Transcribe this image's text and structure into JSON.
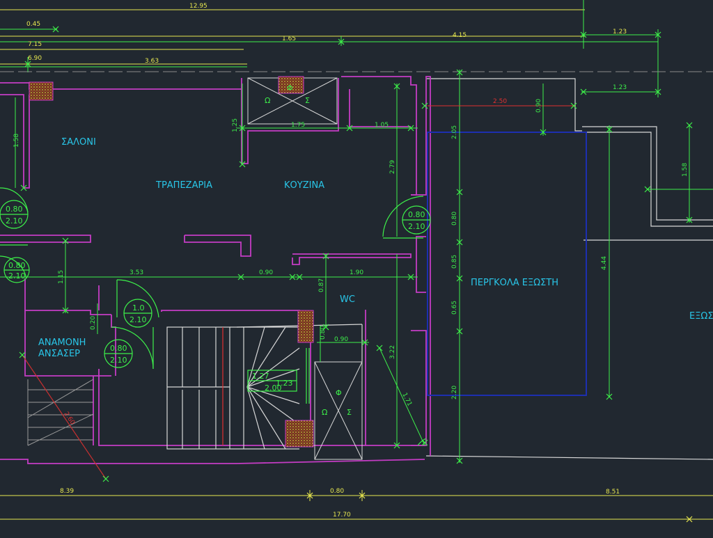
{
  "drawing": {
    "colors": {
      "background": "#212830",
      "walls": "#c43cc4",
      "dimensions": "#3df04a",
      "overall_dimensions": "#e8e850",
      "labels": "#29c6e8",
      "pergola": "#1d2fb0",
      "outline": "#d8d8d8",
      "accent_red": "#e03030"
    },
    "rooms": {
      "saloni": "ΣΑΛΟΝΙ",
      "trapezaria": "ΤΡΑΠΕΖΑΡΙΑ",
      "kouzina": "ΚΟΥΖΙΝΑ",
      "wc": "WC",
      "pergola": "ΠΕΡΓΚΟΛΑ ΕΞΩΣΤΗ",
      "anamoni_1": "ΑΝΑΜΟΝΗ",
      "anamoni_2": "ΑΝΣΑΣΕΡ",
      "exostis_partial": "ΕΞΩΣ"
    },
    "shaft_labels": {
      "top_o": "Ω",
      "top_f": "Φ",
      "top_s": "Σ",
      "bottom_f": "Φ",
      "bottom_o": "Ω",
      "bottom_s": "Σ"
    },
    "doors": {
      "d1_w": "0.80",
      "d1_h": "2.10",
      "d2_w": "0.80",
      "d2_h": "2.10",
      "d3_w": "0.80",
      "d3_h": "2.10",
      "d4_w": "1.0",
      "d4_h": "2.10",
      "d5_w": "0.80",
      "d5_h": "2.10",
      "stair_a": "1.27",
      "stair_b": "1.23",
      "stair_c": "2.00"
    },
    "dims_top": {
      "d_12_95": "12.95",
      "d_0_45": "0.45",
      "d_7_15": "7.15",
      "d_1_65": "1.65",
      "d_4_15": "4.15",
      "d_1_23a": "1.23",
      "d_6_90": "6.90",
      "d_3_63": "3.63",
      "d_1_23b": "1.23"
    },
    "dims_inner": {
      "d_1_58_left": "1.58",
      "d_1_25_shaft": "1.25",
      "d_1_75": "1.75",
      "d_1_05": "1.05",
      "d_2_79": "2.79",
      "d_2_05": "2.05",
      "d_2_50": "2.50",
      "d_0_90_red": "0.90",
      "d_1_58_right": "1.58",
      "d_0_80_v": "0.80",
      "d_0_85_v": "0.85",
      "d_0_65_v": "0.65",
      "d_2_20_v": "2.20",
      "d_4_44": "4.44",
      "d_3_53": "3.53",
      "d_0_90_h": "0.90",
      "d_1_90": "1.90",
      "d_1_15": "1.15",
      "d_0_87": "0.87",
      "d_0_20": "0.20",
      "d_0_80_wc": "0.80",
      "d_0_90_wc": "0.90",
      "d_3_22": "3.22",
      "d_1_71": "1.71",
      "d_2_60": "2.60"
    },
    "dims_bottom": {
      "d_8_39": "8.39",
      "d_0_80": "0.80",
      "d_8_51": "8.51",
      "d_17_70": "17.70"
    }
  }
}
